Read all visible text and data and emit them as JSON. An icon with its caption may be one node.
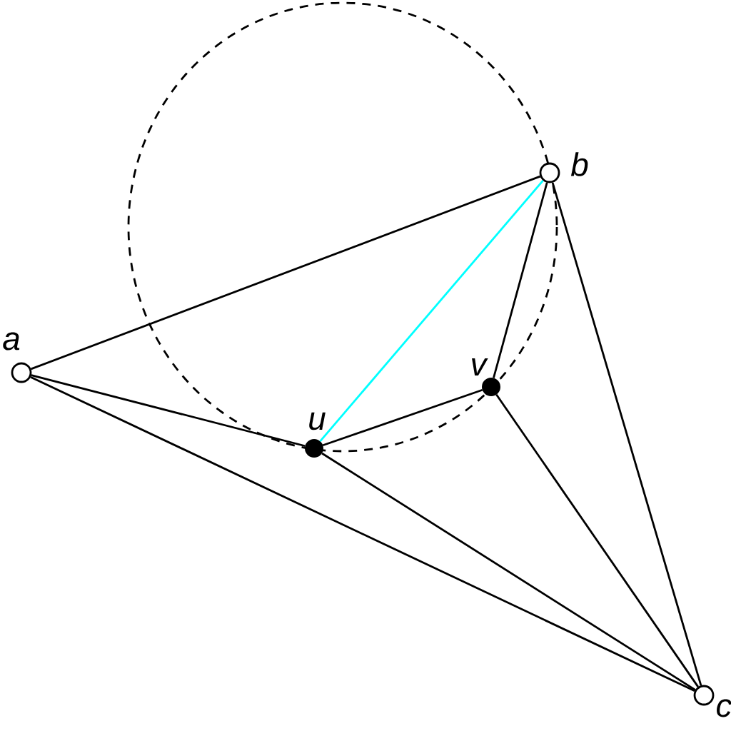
{
  "diagram": {
    "nodes": [
      {
        "text": [],
        "shape": "circle",
        "beside": [
          "a"
        ]
      },
      {
        "text": [],
        "shape": "circle",
        "beside": [
          "b"
        ]
      },
      {
        "text": [],
        "shape": "circle",
        "beside": [
          "c"
        ]
      },
      {
        "text": [],
        "shape": "dot",
        "beside": [
          "u"
        ]
      },
      {
        "text": [],
        "shape": "dot",
        "beside": [
          "v"
        ]
      }
    ],
    "edges": [
      {
        "from": 0,
        "to": 1,
        "arrow": "none"
      },
      {
        "from": 0,
        "to": 3,
        "arrow": "none"
      },
      {
        "from": 0,
        "to": 2,
        "arrow": "none"
      },
      {
        "from": 1,
        "to": 3,
        "arrow": "none",
        "color": "#00ffff"
      },
      {
        "from": 1,
        "to": 4,
        "arrow": "none"
      },
      {
        "from": 1,
        "to": 2,
        "arrow": "none"
      },
      {
        "from": 3,
        "to": 4,
        "arrow": "none"
      },
      {
        "from": 3,
        "to": 2,
        "arrow": "none"
      },
      {
        "from": 4,
        "to": 2,
        "arrow": "none"
      }
    ]
  }
}
